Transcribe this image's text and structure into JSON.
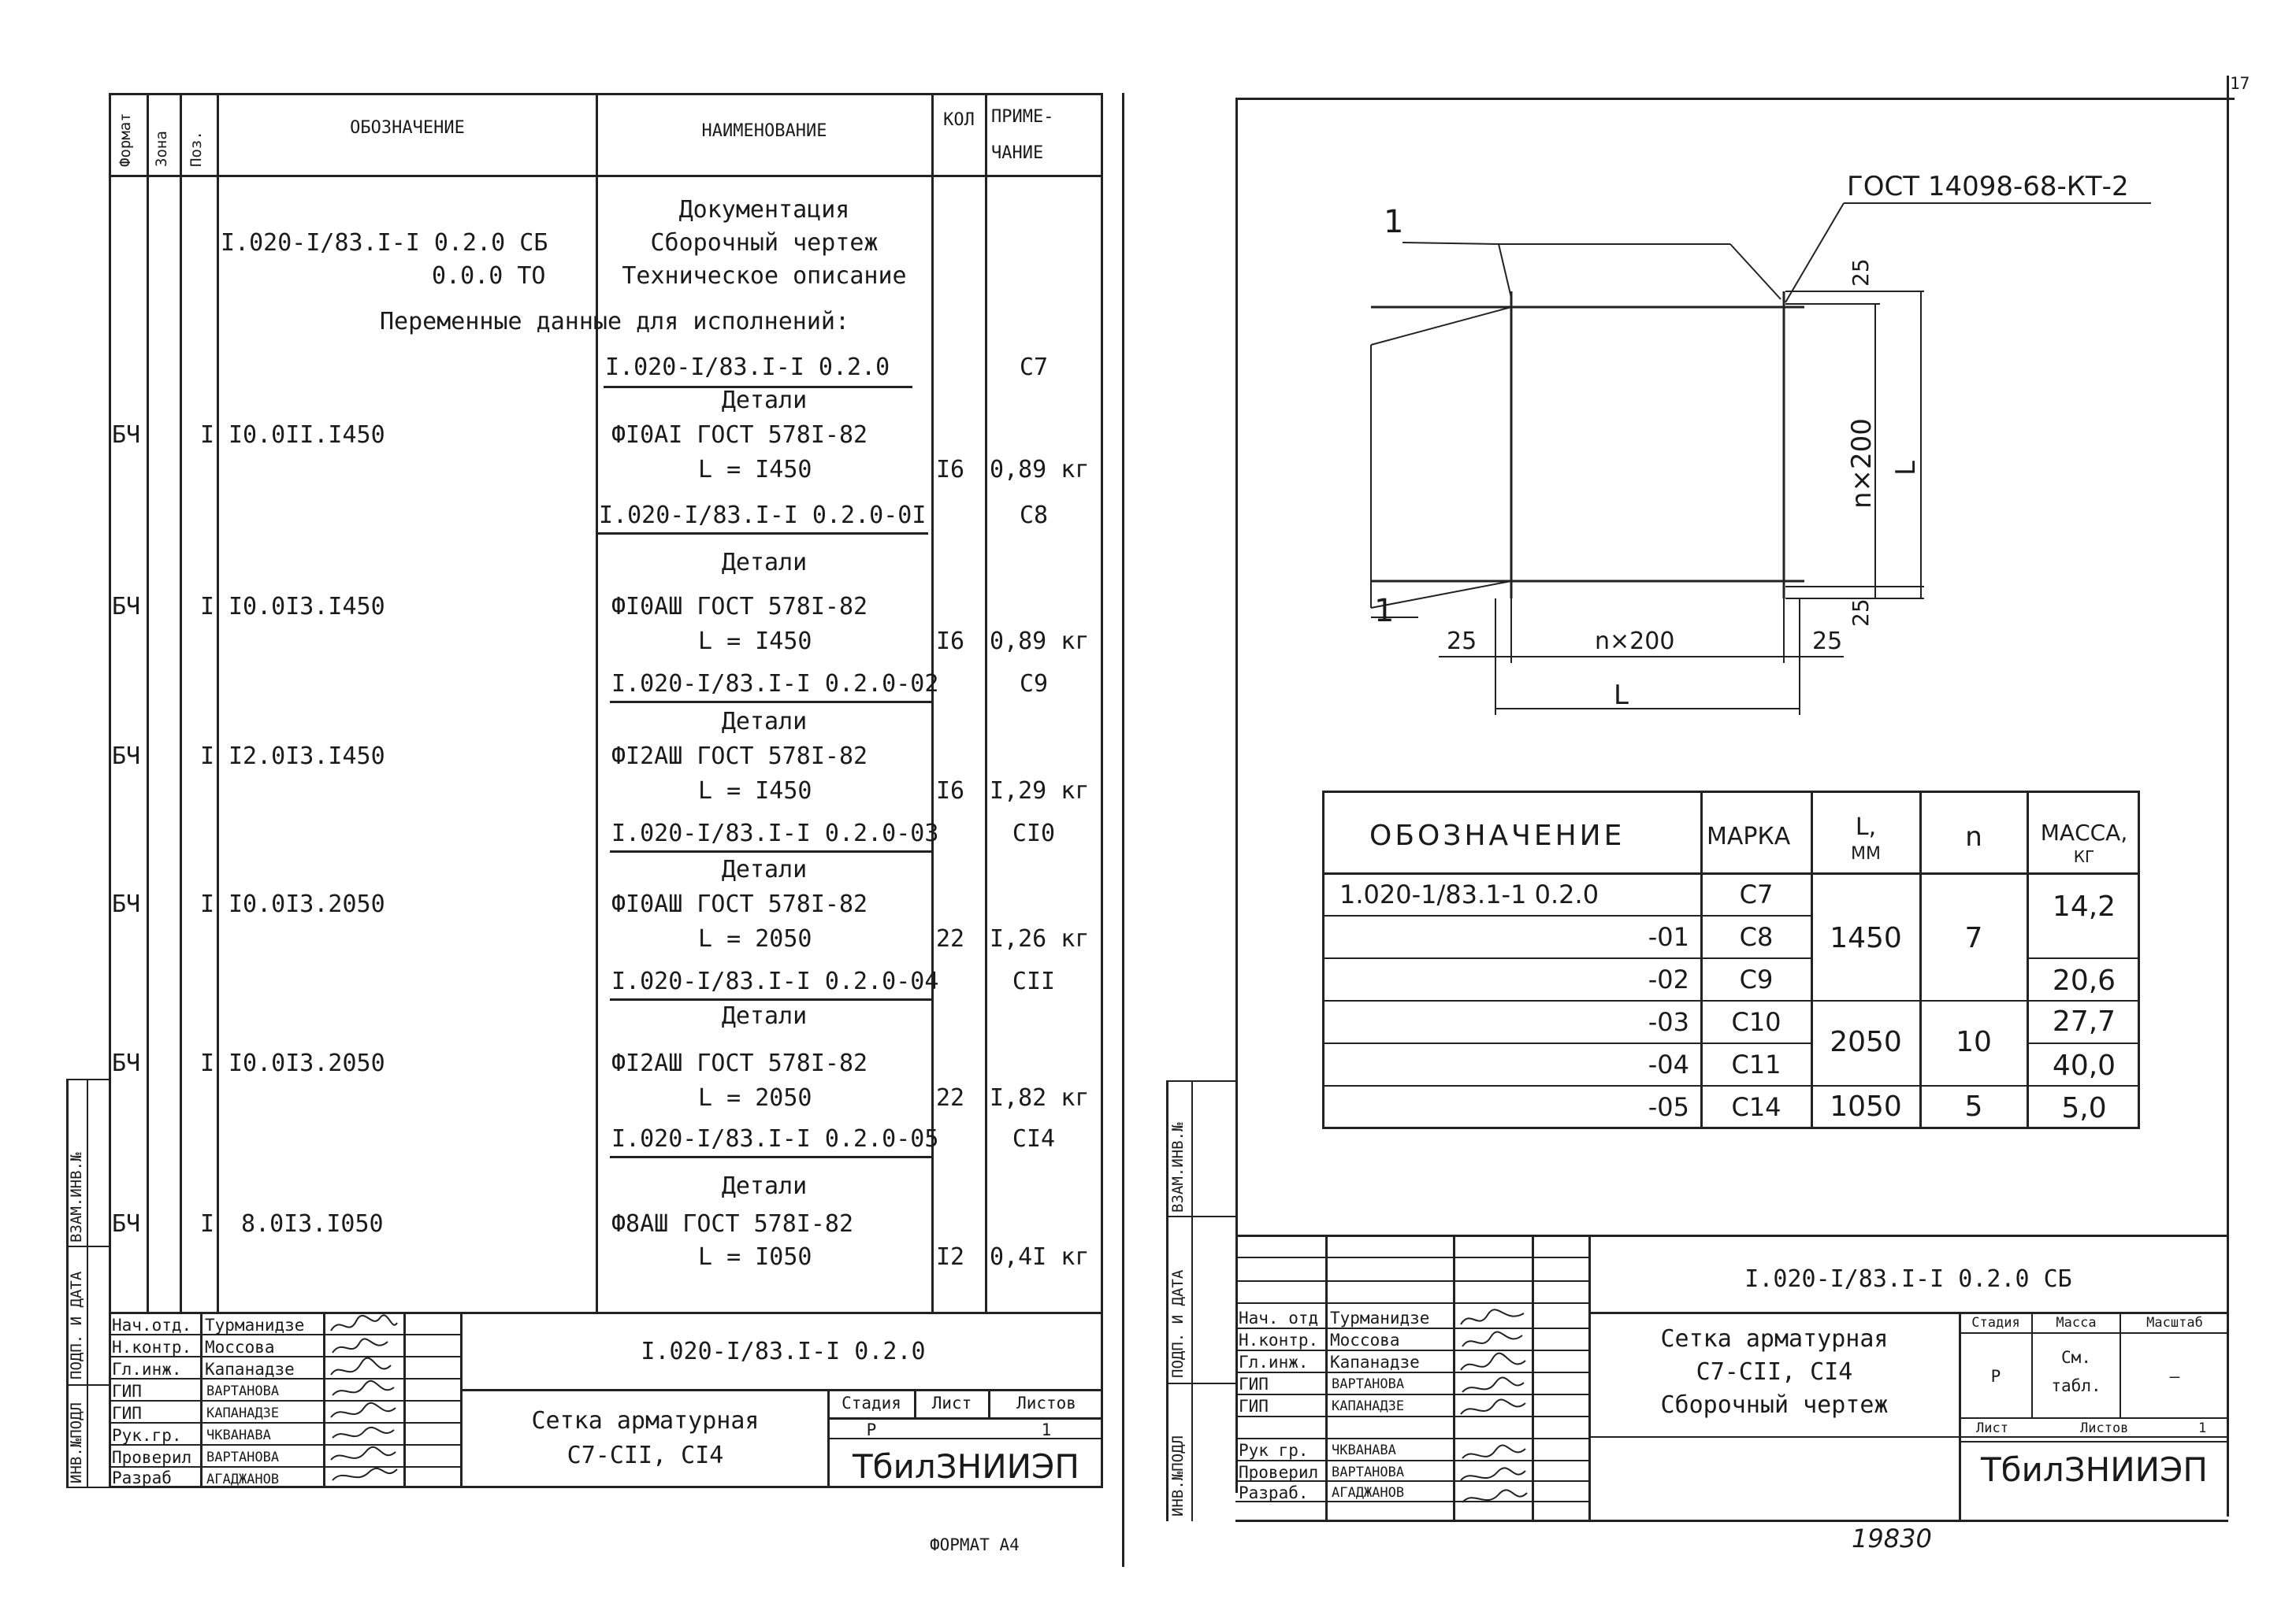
{
  "page_num": "17",
  "format_label": "ФОРМАТ А4",
  "left_spec": {
    "headers": {
      "format": "Формат",
      "zone": "Зона",
      "pos": "Поз.",
      "designation": "ОБОЗНАЧЕНИЕ",
      "name": "НАИМЕНОВАНИЕ",
      "qty": "КОЛ",
      "note_1": "ПРИМЕ-",
      "note_2": "ЧАНИЕ"
    },
    "intro": {
      "doc_heading": "Документация",
      "doc_des_1": "I.020-I/83.I-I 0.2.0 СБ",
      "doc_name_1": "Сборочный чертеж",
      "doc_des_2": "0.0.0 ТО",
      "doc_name_2": "Техническое описание",
      "variable_data": "Переменные данные для исполнений:"
    },
    "variants": [
      {
        "code": "I.020-I/83.I-I 0.2.0",
        "mark": "С7",
        "details": "Детали",
        "fmt": "БЧ",
        "pos": "I",
        "des": "I0.0II.I450",
        "name": "ФI0АI ГОСТ 578I-82",
        "length": "L = I450",
        "qty": "I6",
        "mass": "0,89 кг"
      },
      {
        "code": "I.020-I/83.I-I 0.2.0-0I",
        "mark": "С8",
        "details": "Детали",
        "fmt": "БЧ",
        "pos": "I",
        "des": "I0.0I3.I450",
        "name": "ФI0АШ ГОСТ 578I-82",
        "length": "L = I450",
        "qty": "I6",
        "mass": "0,89 кг"
      },
      {
        "code": "I.020-I/83.I-I 0.2.0-02",
        "mark": "С9",
        "details": "Детали",
        "fmt": "БЧ",
        "pos": "I",
        "des": "I2.0I3.I450",
        "name": "ФI2АШ ГОСТ 578I-82",
        "length": "L = I450",
        "qty": "I6",
        "mass": "I,29 кг"
      },
      {
        "code": "I.020-I/83.I-I 0.2.0-03",
        "mark": "СI0",
        "details": "Детали",
        "fmt": "БЧ",
        "pos": "I",
        "des": "I0.0I3.2050",
        "name": "ФI0АШ ГОСТ 578I-82",
        "length": "L = 2050",
        "qty": "22",
        "mass": "I,26 кг"
      },
      {
        "code": "I.020-I/83.I-I 0.2.0-04",
        "mark": "СII",
        "details": "Детали",
        "fmt": "БЧ",
        "pos": "I",
        "des": "I0.0I3.2050",
        "name": "ФI2АШ ГОСТ 578I-82",
        "length": "L = 2050",
        "qty": "22",
        "mass": "I,82 кг"
      },
      {
        "code": "I.020-I/83.I-I 0.2.0-05",
        "mark": "СI4",
        "details": "Детали",
        "fmt": "БЧ",
        "pos": "I",
        "des": "8.0I3.I050",
        "name": "Ф8АШ ГОСТ 578I-82",
        "length": "L = I050",
        "qty": "I2",
        "mass": "0,4I кг"
      }
    ]
  },
  "side_labels": {
    "inv_podl": "ИНВ.№ПОДЛ",
    "podp_data": "ПОДП. И ДАТА",
    "vzam_inv": "ВЗАМ.ИНВ.№"
  },
  "left_title": {
    "code": "I.020-I/83.I-I 0.2.0",
    "title_1": "Сетка арматурная",
    "title_2": "С7-СII, СI4",
    "stage_label": "Стадия",
    "sheet_label": "Лист",
    "sheets_label": "Листов",
    "stage": "Р",
    "sheet": "",
    "sheets": "1",
    "org": "ТбилЗНИИЭП"
  },
  "roles": [
    {
      "role": "Нач.отд.",
      "name": "Турманидзе"
    },
    {
      "role": "Н.контр.",
      "name": "Моссова"
    },
    {
      "role": "Гл.инж.",
      "name": "Капанадзе"
    },
    {
      "role": "ГИП",
      "name": "ВАРТАНОВА"
    },
    {
      "role": "ГИП",
      "name": "КАПАНАДЗЕ"
    },
    {
      "role": "Рук.гр.",
      "name": "ЧКВАНАВА"
    },
    {
      "role": "Проверил",
      "name": "ВАРТАНОВА"
    },
    {
      "role": "Разраб",
      "name": "АГАДЖАНОВ"
    }
  ],
  "drawing": {
    "gost_note": "ГОСТ 14098-68-КТ-2",
    "leader_1": "1",
    "leader_2": "1",
    "dim_25_top": "25",
    "dim_25_bottom": "25",
    "dim_25_left": "25",
    "dim_25_right": "25",
    "dim_n200_v": "n×200",
    "dim_L_v": "L",
    "dim_n200_h": "n×200",
    "dim_L_h": "L"
  },
  "right_table": {
    "headers": {
      "designation": "ОБОЗНАЧЕНИЕ",
      "mark": "МАРКА",
      "l": "L,",
      "l_unit": "ММ",
      "n": "n",
      "mass": "МАССА,",
      "mass_unit": "КГ"
    },
    "rows": [
      {
        "des": "1.020-1/83.1-1 0.2.0",
        "mark": "С7"
      },
      {
        "des": "-01",
        "mark": "С8"
      },
      {
        "des": "-02",
        "mark": "С9"
      },
      {
        "des": "-03",
        "mark": "С10"
      },
      {
        "des": "-04",
        "mark": "С11"
      },
      {
        "des": "-05",
        "mark": "С14"
      }
    ],
    "merged": {
      "l_1450": "1450",
      "n_7": "7",
      "l_2050": "2050",
      "n_10": "10",
      "l_1050": "1050",
      "n_5": "5"
    },
    "mass": {
      "m_142": "14,2",
      "m_206": "20,6",
      "m_277": "27,7",
      "m_400": "40,0",
      "m_50": "5,0"
    }
  },
  "right_title": {
    "code": "I.020-I/83.I-I 0.2.0 СБ",
    "title_1": "Сетка арматурная",
    "title_2": "С7-СII, СI4",
    "title_3": "Сборочный чертеж",
    "stage_label": "Стадия",
    "mass_label": "Масса",
    "scale_label": "Масштаб",
    "stage": "Р",
    "mass_1": "См.",
    "mass_2": "табл.",
    "scale": "—",
    "sheet_label": "Лист",
    "sheets_label": "Листов",
    "sheets": "1",
    "org": "ТбилЗНИИЭП"
  },
  "right_roles": [
    {
      "role": "Нач. отд",
      "name": "Турманидзе"
    },
    {
      "role": "Н.контр.",
      "name": "Моссова"
    },
    {
      "role": "Гл.инж.",
      "name": "Капанадзе"
    },
    {
      "role": "ГИП",
      "name": "ВАРТАНОВА"
    },
    {
      "role": "ГИП",
      "name": "КАПАНАДЗЕ"
    },
    {
      "role": "Рук гр.",
      "name": "ЧКВАНАВА"
    },
    {
      "role": "Проверил",
      "name": "ВАРТАНОВА"
    },
    {
      "role": "Разраб.",
      "name": "АГАДЖАНОВ"
    }
  ],
  "archive_number": "19830"
}
